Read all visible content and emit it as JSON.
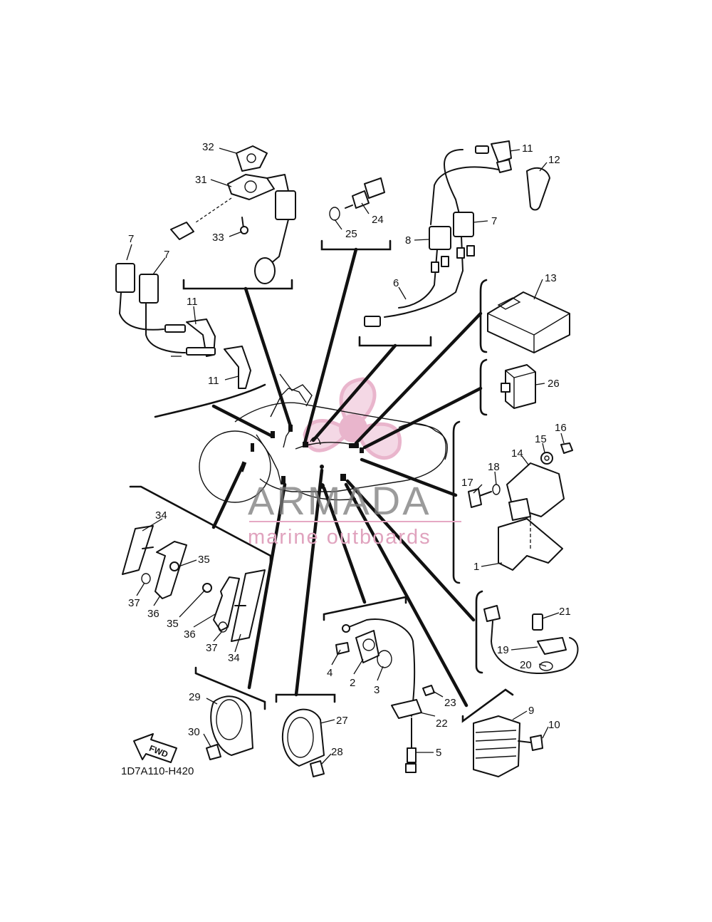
{
  "diagram_code": "1D7A110-H420",
  "fwd_label": "FWD",
  "watermark": {
    "brand": "ARMADA",
    "tagline": "marine outboards",
    "logo_color": "#e6a9c4",
    "text_color": "#7a7a7a"
  },
  "callouts": [
    {
      "id": "c1",
      "label": "1"
    },
    {
      "id": "c2",
      "label": "2"
    },
    {
      "id": "c3",
      "label": "3"
    },
    {
      "id": "c4",
      "label": "4"
    },
    {
      "id": "c5",
      "label": "5"
    },
    {
      "id": "c6",
      "label": "6"
    },
    {
      "id": "c7a",
      "label": "7"
    },
    {
      "id": "c7b",
      "label": "7"
    },
    {
      "id": "c7c",
      "label": "7"
    },
    {
      "id": "c8",
      "label": "8"
    },
    {
      "id": "c9",
      "label": "9"
    },
    {
      "id": "c10",
      "label": "10"
    },
    {
      "id": "c11a",
      "label": "11"
    },
    {
      "id": "c11b",
      "label": "11"
    },
    {
      "id": "c11c",
      "label": "11"
    },
    {
      "id": "c12",
      "label": "12"
    },
    {
      "id": "c13",
      "label": "13"
    },
    {
      "id": "c14",
      "label": "14"
    },
    {
      "id": "c15",
      "label": "15"
    },
    {
      "id": "c16",
      "label": "16"
    },
    {
      "id": "c17",
      "label": "17"
    },
    {
      "id": "c18",
      "label": "18"
    },
    {
      "id": "c19",
      "label": "19"
    },
    {
      "id": "c20",
      "label": "20"
    },
    {
      "id": "c21",
      "label": "21"
    },
    {
      "id": "c22",
      "label": "22"
    },
    {
      "id": "c23",
      "label": "23"
    },
    {
      "id": "c24",
      "label": "24"
    },
    {
      "id": "c25",
      "label": "25"
    },
    {
      "id": "c26",
      "label": "26"
    },
    {
      "id": "c27",
      "label": "27"
    },
    {
      "id": "c28",
      "label": "28"
    },
    {
      "id": "c29",
      "label": "29"
    },
    {
      "id": "c30",
      "label": "30"
    },
    {
      "id": "c31",
      "label": "31"
    },
    {
      "id": "c32",
      "label": "32"
    },
    {
      "id": "c33",
      "label": "33"
    },
    {
      "id": "c34a",
      "label": "34"
    },
    {
      "id": "c34b",
      "label": "34"
    },
    {
      "id": "c35a",
      "label": "35"
    },
    {
      "id": "c35b",
      "label": "35"
    },
    {
      "id": "c36a",
      "label": "36"
    },
    {
      "id": "c36b",
      "label": "36"
    },
    {
      "id": "c37a",
      "label": "37"
    },
    {
      "id": "c37b",
      "label": "37"
    }
  ]
}
